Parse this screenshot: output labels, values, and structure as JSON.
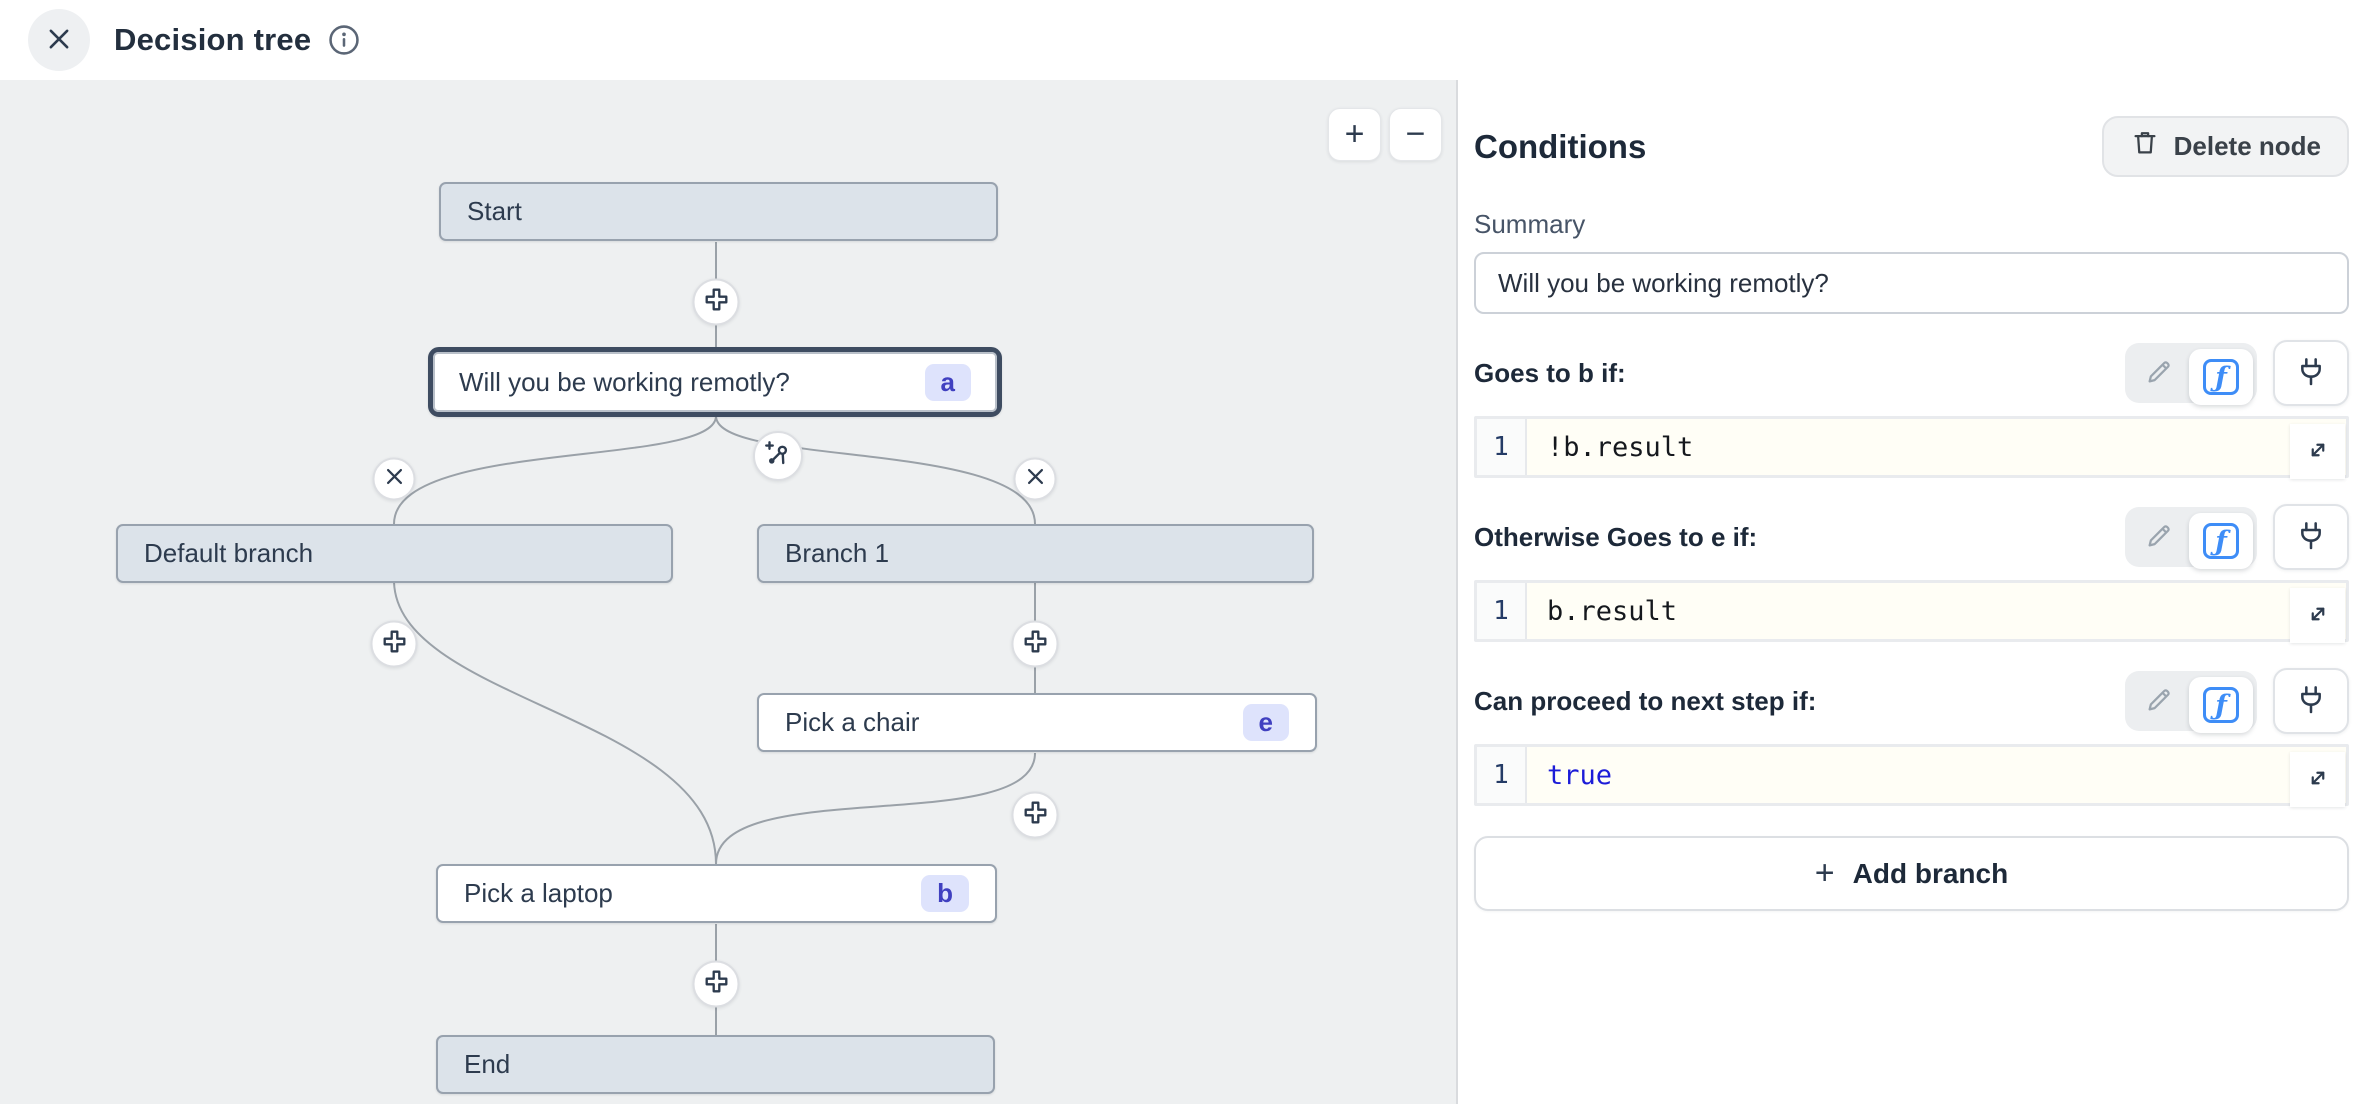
{
  "topbar": {
    "title": "Decision tree",
    "close_icon": "close-icon",
    "info_icon": "info-icon"
  },
  "canvas": {
    "zoom_in": "+",
    "zoom_out": "−",
    "nodes": [
      {
        "label": "Start",
        "variant": "gray"
      },
      {
        "label": "Will you be working remotly?",
        "badge": "a",
        "variant": "selected"
      },
      {
        "label": "Default branch",
        "variant": "gray"
      },
      {
        "label": "Branch 1",
        "variant": "gray"
      },
      {
        "label": "Pick a chair",
        "badge": "e",
        "variant": "white"
      },
      {
        "label": "Pick a laptop",
        "badge": "b",
        "variant": "white"
      },
      {
        "label": "End",
        "variant": "gray"
      }
    ],
    "edge_controls": [
      "add-step-plus",
      "delete-branch-x",
      "add-branch-split"
    ]
  },
  "panel": {
    "title": "Conditions",
    "delete_button": "Delete node",
    "summary_label": "Summary",
    "summary_value": "Will you be working remotly?",
    "fx_glyph": "ƒ",
    "sections": [
      {
        "label": "Goes to b if:",
        "line_number": "1",
        "code": "!b.result"
      },
      {
        "label": "Otherwise Goes to e if:",
        "line_number": "1",
        "code": "b.result"
      },
      {
        "label": "Can proceed to next step if:",
        "line_number": "1",
        "code": "true"
      }
    ],
    "add_branch": {
      "icon": "+",
      "label": "Add branch"
    }
  },
  "colors": {
    "canvas_bg": "#eef0f1",
    "node_fill": "#dce3ea",
    "node_border": "#98a2ae",
    "selected_border": "#3e4c61",
    "badge_bg": "#dee3fc",
    "badge_text": "#4040c0",
    "accent_blue": "#3e8df7",
    "code_keyword_blue": "#1c1cd8",
    "edge_line": "#9aa1a8"
  }
}
